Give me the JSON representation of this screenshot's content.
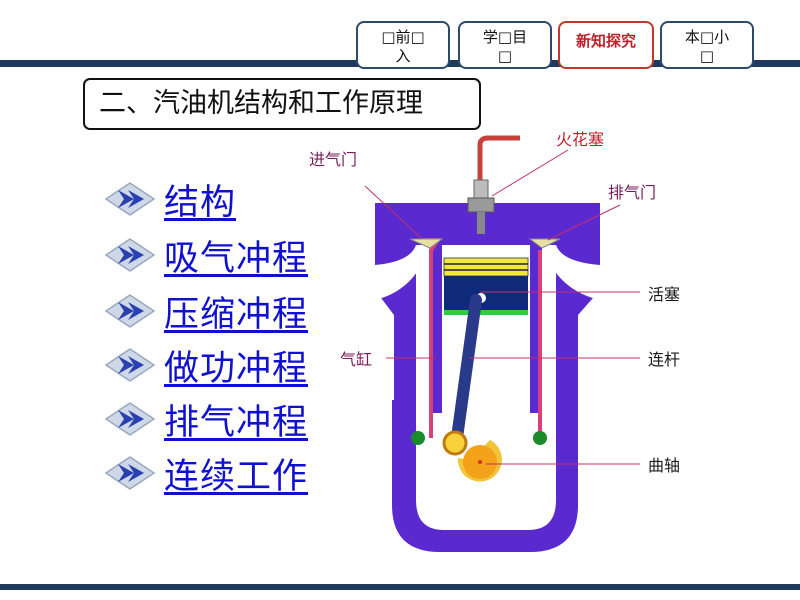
{
  "nav": {
    "tabs": [
      {
        "label_line1": "□前□",
        "label_line2": "入"
      },
      {
        "label_line1": "学□目",
        "label_line2": "□"
      },
      {
        "label_line1": "新知探究",
        "label_line2": ""
      },
      {
        "label_line1": "本□小",
        "label_line2": "□"
      }
    ],
    "active_color": "#c0202a"
  },
  "title": "二、汽油机结构和工作原理",
  "menu": [
    {
      "label": "结构"
    },
    {
      "label": "吸气冲程"
    },
    {
      "label": "压缩冲程"
    },
    {
      "label": "做功冲程"
    },
    {
      "label": "排气冲程"
    },
    {
      "label": "连续工作"
    }
  ],
  "diagram": {
    "labels": {
      "spark_plug": "火花塞",
      "intake_valve": "进气门",
      "exhaust_valve": "排气门",
      "piston": "活塞",
      "cylinder": "气缸",
      "connecting_rod": "连杆",
      "crankshaft": "曲轴"
    },
    "colors": {
      "block": "#5a2ad0",
      "piston": "#102a7a",
      "rings": "#f2e83a",
      "valve": "#d8407a",
      "crank": "#f3a21a"
    }
  },
  "colors": {
    "link": "#1010d0",
    "frame": "#1f3b5c"
  }
}
